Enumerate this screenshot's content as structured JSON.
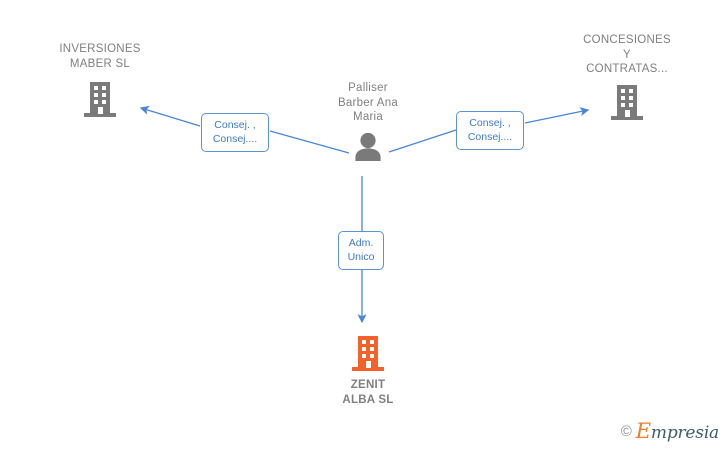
{
  "graph": {
    "nodes": {
      "inversiones": {
        "name": "INVERSIONES\nMABER SL",
        "icon": "building-icon",
        "icon_color": "#7a7a7a",
        "type": "company"
      },
      "concesiones": {
        "name": "CONCESIONES\nY\nCONTRATAS...",
        "icon": "building-icon",
        "icon_color": "#7a7a7a",
        "type": "company"
      },
      "person": {
        "name": "Palliser\nBarber Ana\nMaria",
        "icon": "person-icon",
        "icon_color": "#7a7a7a",
        "type": "person"
      },
      "zenit": {
        "name": "ZENIT\nALBA  SL",
        "icon": "building-icon",
        "icon_color": "#f4622a",
        "type": "company"
      }
    },
    "edges": [
      {
        "id": "edge-left",
        "from": "person",
        "to": "inversiones",
        "label": "Consej. ,\nConsej....",
        "direction": "left"
      },
      {
        "id": "edge-right",
        "from": "person",
        "to": "concesiones",
        "label": "Consej. ,\nConsej....",
        "direction": "right"
      },
      {
        "id": "edge-down",
        "from": "person",
        "to": "zenit",
        "label": "Adm.\nUnico",
        "direction": "down"
      }
    ],
    "colors": {
      "edge": "#4a86d8",
      "label_text": "#3d7bc8",
      "label_border": "#5b93d6",
      "node_text": "#808080",
      "company_icon": "#7a7a7a",
      "highlight_icon": "#f4622a",
      "background": "#ffffff"
    }
  },
  "watermark": {
    "copyright": "©",
    "brand_initial": "E",
    "brand_rest": "mpresia"
  }
}
